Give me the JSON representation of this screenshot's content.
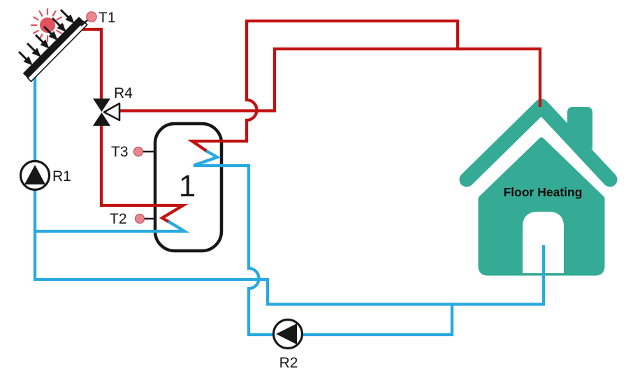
{
  "diagram": {
    "type": "solar-thermal-with-storage-tank-and-floor-heating-schematic",
    "labels": {
      "collector_sensor": "T1",
      "tank_top_sensor": "T3",
      "tank_bottom_sensor": "T2",
      "solar_pump": "R1",
      "heating_pump": "R2",
      "diverter_valve": "R4",
      "tank": "1",
      "house": "Floor Heating"
    },
    "colors": {
      "hot_pipe": "#c11212",
      "cold_pipe": "#29a9e1",
      "house": "#35ab96",
      "sensor": "#e9878f",
      "sensor_edge": "#c4505e",
      "sun": "#e4515e",
      "ink": "#171717"
    },
    "icons": [
      "sun-icon",
      "solar-collector-icon",
      "irradiance-arrow-icon",
      "pump-icon",
      "three-way-valve-icon",
      "temperature-sensor-icon",
      "house-icon",
      "heat-exchanger-coil-icon",
      "pipe-crossing-bridge-icon"
    ]
  }
}
